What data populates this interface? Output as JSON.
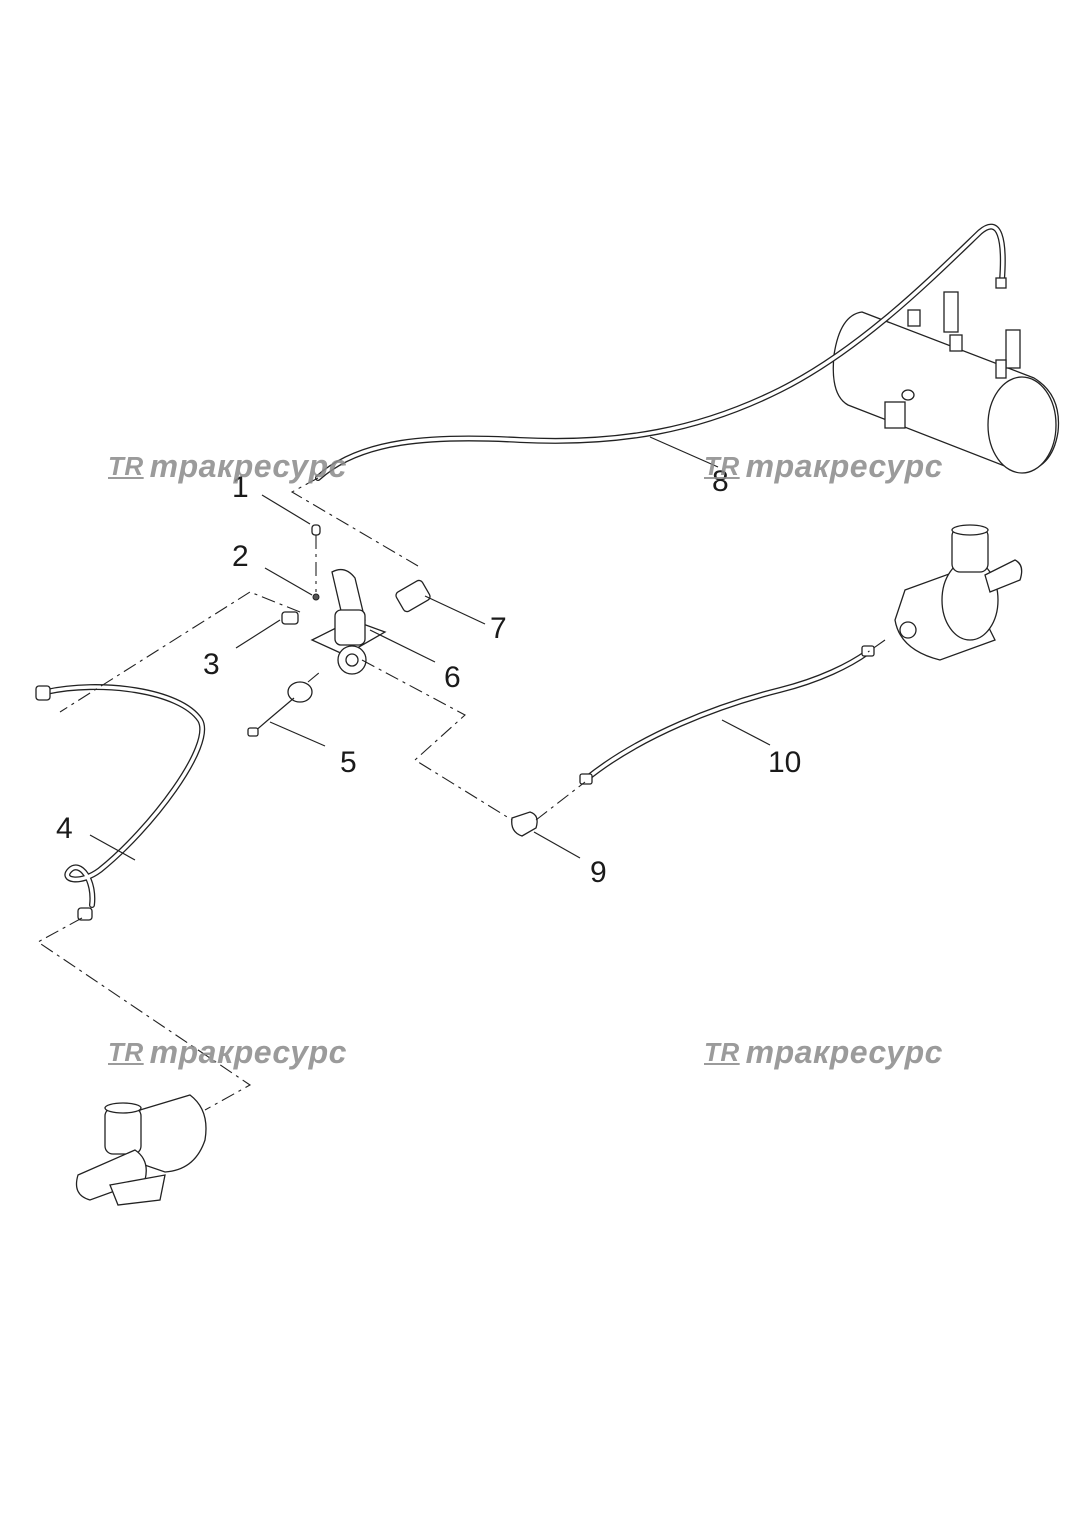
{
  "watermark": {
    "logo": "TR",
    "text": "тракресурс"
  },
  "callouts": [
    "1",
    "2",
    "3",
    "4",
    "5",
    "6",
    "7",
    "8",
    "9",
    "10"
  ],
  "colors": {
    "line": "#222222",
    "watermark": "#8a8a8a",
    "background": "#ffffff"
  }
}
